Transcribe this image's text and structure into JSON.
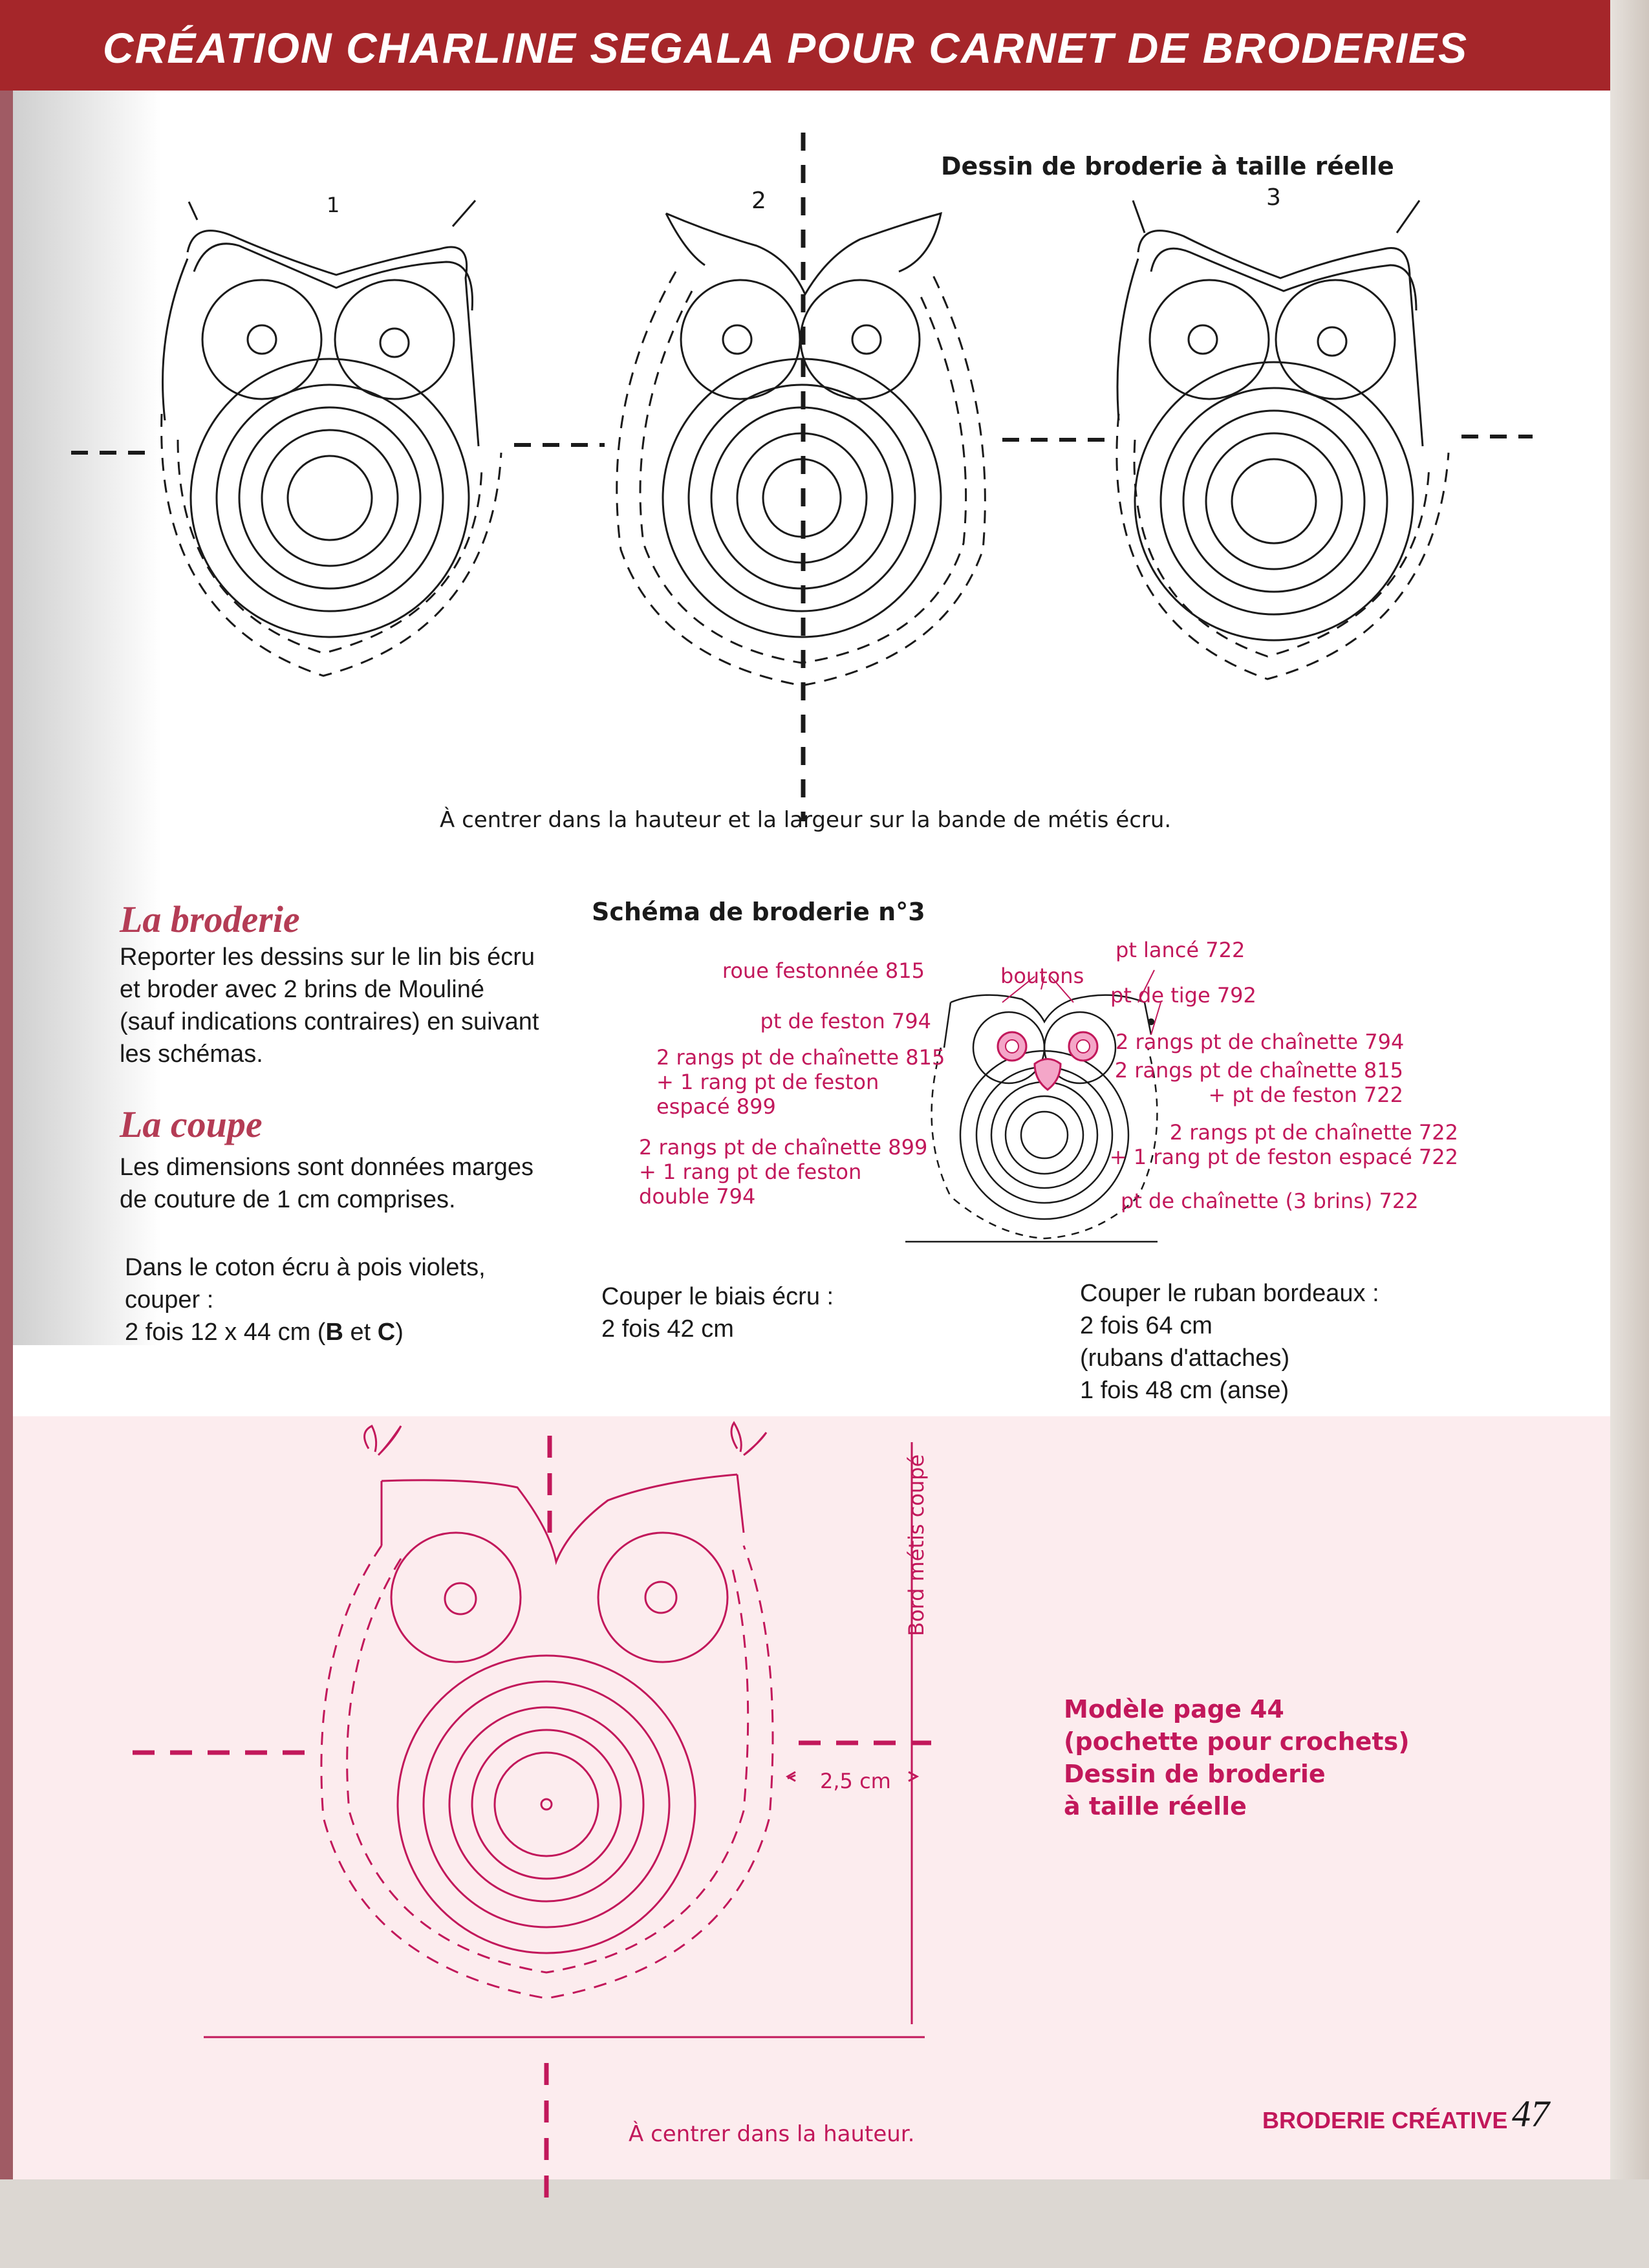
{
  "banner": {
    "title": "CRÉATION CHARLINE SEGALA POUR CARNET DE BRODERIES"
  },
  "top_section": {
    "heading": "Dessin de broderie à taille réelle",
    "owl_numbers": [
      "1",
      "2",
      "3"
    ],
    "center_note": "À centrer dans la hauteur et la largeur sur la bande de métis écru."
  },
  "broderie": {
    "title": "La broderie",
    "lines": [
      "Reporter les dessins sur le lin bis écru",
      "et broder avec 2 brins de Mouliné",
      "(sauf indications contraires) en suivant",
      "les schémas."
    ]
  },
  "coupe": {
    "title": "La coupe",
    "lines": [
      "Les dimensions sont données marges",
      "de couture de 1 cm comprises."
    ]
  },
  "cutting": {
    "col1": {
      "line1": "Dans le coton écru à pois violets,",
      "line2": "couper :",
      "line3_prefix": "2 fois 12 x 44 cm (",
      "b": "B",
      "et": " et ",
      "c": "C",
      "close": ")"
    },
    "col2": {
      "line1": "Couper le biais écru :",
      "line2": "2 fois 42 cm"
    },
    "col3": {
      "line1": "Couper le ruban bordeaux :",
      "line2": "2 fois 64 cm",
      "line3": "(rubans d'attaches)",
      "line4": "1 fois 48 cm (anse)"
    }
  },
  "schema": {
    "title": "Schéma de broderie n°3",
    "labels": {
      "roue": "roue festonnée 815",
      "boutons": "boutons",
      "lance": "pt lancé 722",
      "tige": "pt de tige 792",
      "feston794": "pt de feston 794",
      "chain815_a": "2 rangs pt de chaînette 815",
      "chain815_b": "+ 1 rang pt de feston",
      "chain815_c": "espacé 899",
      "chain899_a": "2 rangs pt de chaînette 899",
      "chain899_b": "+ 1 rang pt de feston",
      "chain899_c": "double 794",
      "chain794": "2 rangs pt de chaînette 794",
      "chain815r_a": "2 rangs pt de chaînette 815",
      "chain815r_b": "+ pt de feston 722",
      "chain722_a": "2 rangs pt de chaînette 722",
      "chain722_b": "+ 1 rang pt de feston espacé 722",
      "chain3": "pt de chaînette (3 brins) 722"
    }
  },
  "bottom_section": {
    "side_label": "Bord métis coupé",
    "measure": "2,5 cm",
    "model": [
      "Modèle page 44",
      "(pochette pour crochets)",
      "Dessin de broderie",
      "à taille réelle"
    ],
    "center_note": "À centrer dans la hauteur."
  },
  "footer": {
    "brand1": "BRODERIE ",
    "brand2": "CRÉATIVE",
    "page_number": "47"
  },
  "colors": {
    "banner": "#a5262a",
    "magenta": "#c2185b",
    "pink_panel": "#fcecee",
    "heading_rose": "#b43c55"
  }
}
